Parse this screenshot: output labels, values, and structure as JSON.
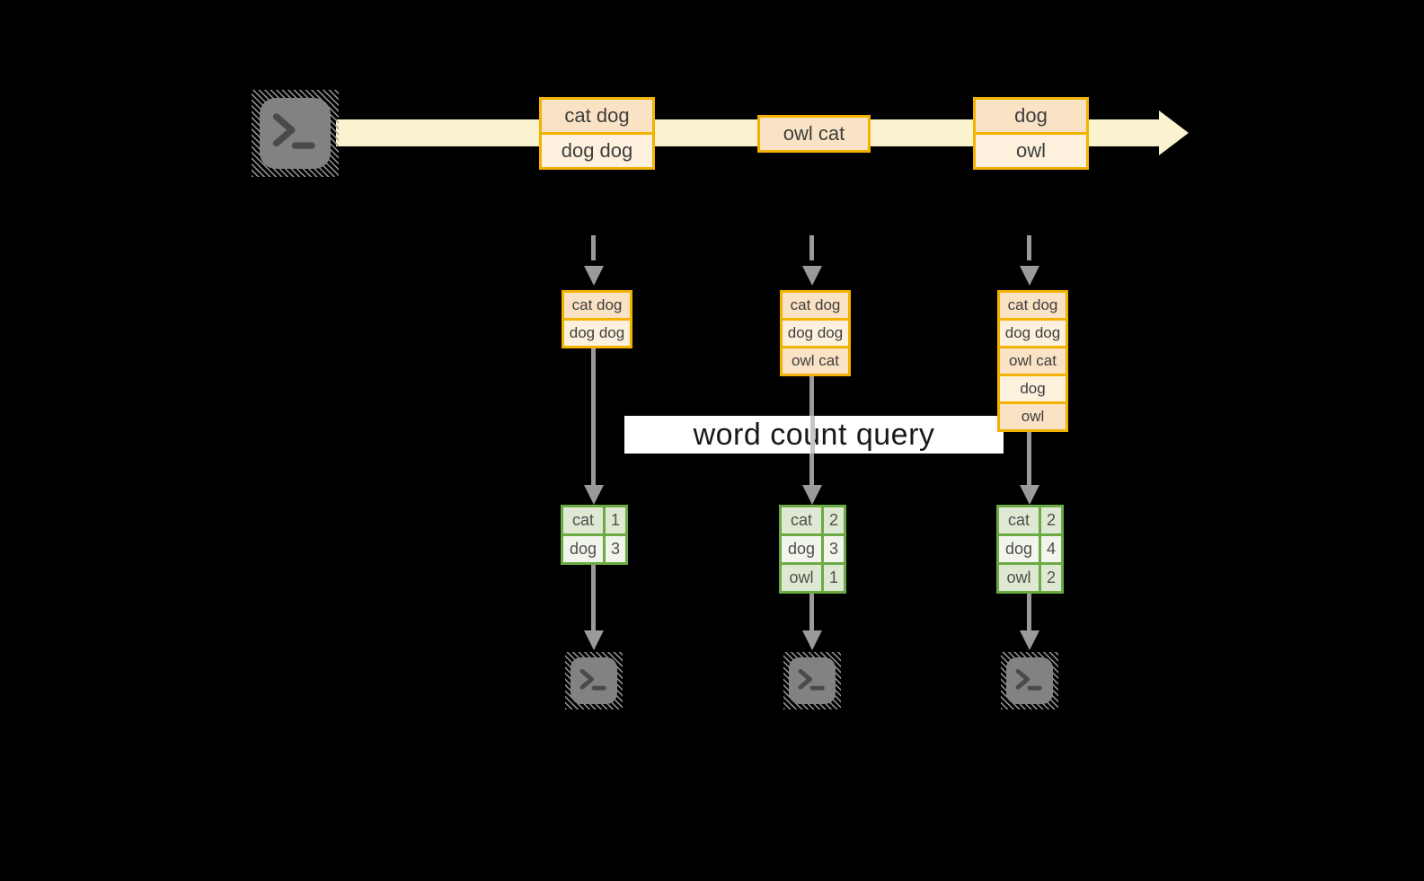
{
  "diagram": {
    "query_banner": {
      "label": "word count query"
    },
    "timeline": {
      "batches": [
        {
          "cells": [
            "cat dog",
            "dog dog"
          ]
        },
        {
          "cells": [
            "owl cat"
          ]
        },
        {
          "cells": [
            "dog",
            "owl"
          ]
        }
      ]
    },
    "workers": [
      {
        "stack": [
          "cat dog",
          "dog dog"
        ],
        "counts": [
          {
            "word": "cat",
            "value": "1"
          },
          {
            "word": "dog",
            "value": "3"
          }
        ]
      },
      {
        "stack": [
          "cat dog",
          "dog dog",
          "owl cat"
        ],
        "counts": [
          {
            "word": "cat",
            "value": "2"
          },
          {
            "word": "dog",
            "value": "3"
          },
          {
            "word": "owl",
            "value": "1"
          }
        ]
      },
      {
        "stack": [
          "cat dog",
          "dog dog",
          "owl cat",
          "dog",
          "owl"
        ],
        "counts": [
          {
            "word": "cat",
            "value": "2"
          },
          {
            "word": "dog",
            "value": "4"
          },
          {
            "word": "owl",
            "value": "2"
          }
        ]
      }
    ],
    "icons": {
      "source": "terminal-icon",
      "sinks": [
        "terminal-icon",
        "terminal-icon",
        "terminal-icon"
      ]
    },
    "colors": {
      "background": "#000000",
      "stream_band": "#FBF2CF",
      "box_border": "#F2B200",
      "box_fill_peach": "#FAE2C4",
      "box_fill_cream": "#FDF1DE",
      "table_border": "#6CAB44",
      "table_row_dark": "#DEE8D2",
      "table_row_light": "#F1F5EB",
      "arrow_gray": "#9A9A9A",
      "banner_bg": "#FFFFFF"
    }
  }
}
